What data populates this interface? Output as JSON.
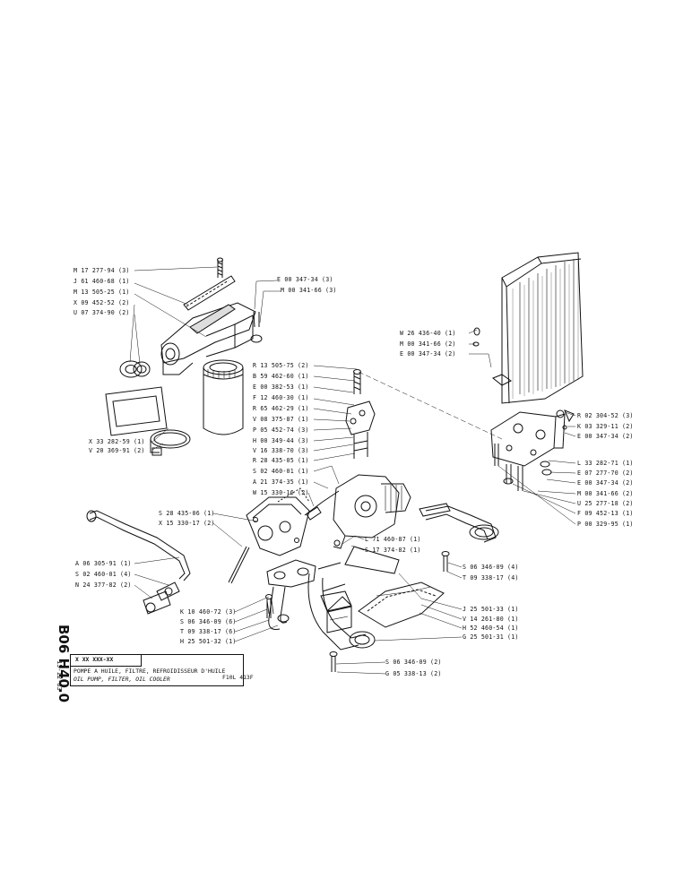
{
  "ref": "B06 H40.0",
  "date": "15-12-83",
  "title_box": {
    "code": "X XX XXX-XX",
    "title_fr": "POMPE A HUILE, FILTRE, REFROIDISSEUR D'HUILE",
    "title_en": "OIL PUMP, FILTER, OIL COOLER",
    "model": "F10L 413F"
  },
  "labels_filter": [
    "M 17 277-94 (3)",
    "J 61 460-68 (1)",
    "M 13 505-25 (1)",
    "X 09 452-52 (2)",
    "U 07 374-90 (2)"
  ],
  "labels_filter_top": [
    "E 00 347-34 (3)",
    "M 00 341-66 (3)"
  ],
  "labels_clamp": [
    "X 33 282-59 (1)",
    "V 20 369-91 (2)"
  ],
  "labels_valve": [
    "R 13 505-75 (2)",
    "B 59 462-60 (1)",
    "E 00 382-53 (1)",
    "F 12 460-30 (1)",
    "R 65 462-29 (1)",
    "V 08 375-87 (1)",
    "P 05 452-74 (3)",
    "H 00 349-44 (3)",
    "V 16 338-70 (3)",
    "R 28 435-05 (1)",
    "S 02 460-01 (1)",
    "A 21 374-35 (1)",
    "W 15 330-16 (2)"
  ],
  "labels_pump_left": [
    "S 28 435-06 (1)",
    "X 15 330-17 (2)"
  ],
  "labels_pipe": [
    "A 06 305-91 (1)",
    "S 02 460-01 (4)",
    "N 24 377-82 (2)"
  ],
  "labels_bottom_left": [
    "K 10 460-72 (3)",
    "S 06 346-09 (6)",
    "T 09 338-17 (6)",
    "H 25 501-32 (1)"
  ],
  "labels_cooler_top": [
    "W 26 436-40 (1)",
    "M 00 341-66 (2)",
    "E 00 347-34 (2)"
  ],
  "labels_cooler_right": [
    "R 02 304-52 (3)",
    "K 03 329-11 (2)",
    "E 00 347-34 (2)"
  ],
  "labels_cooler_base": [
    "L 33 282-71 (1)",
    "E 07 277-70 (2)",
    "E 00 347-34 (2)",
    "M 00 341-66 (2)",
    "U 25 277-18 (2)",
    "F 09 452-13 (1)",
    "P 00 329-95 (1)"
  ],
  "labels_pump_mid": [
    "L 71 460-87 (1)",
    "S 17 374-82 (1)"
  ],
  "labels_screw": [
    "S 06 346-09 (4)",
    "T 09 338-17 (4)"
  ],
  "labels_pan": [
    "J 25 501-33 (1)",
    "V 14 261-80 (1)",
    "H 52 460-54 (1)",
    "G 25 501-31 (1)"
  ],
  "labels_bottom": [
    "S 06 346-09 (2)",
    "G 05 338-13 (2)"
  ]
}
